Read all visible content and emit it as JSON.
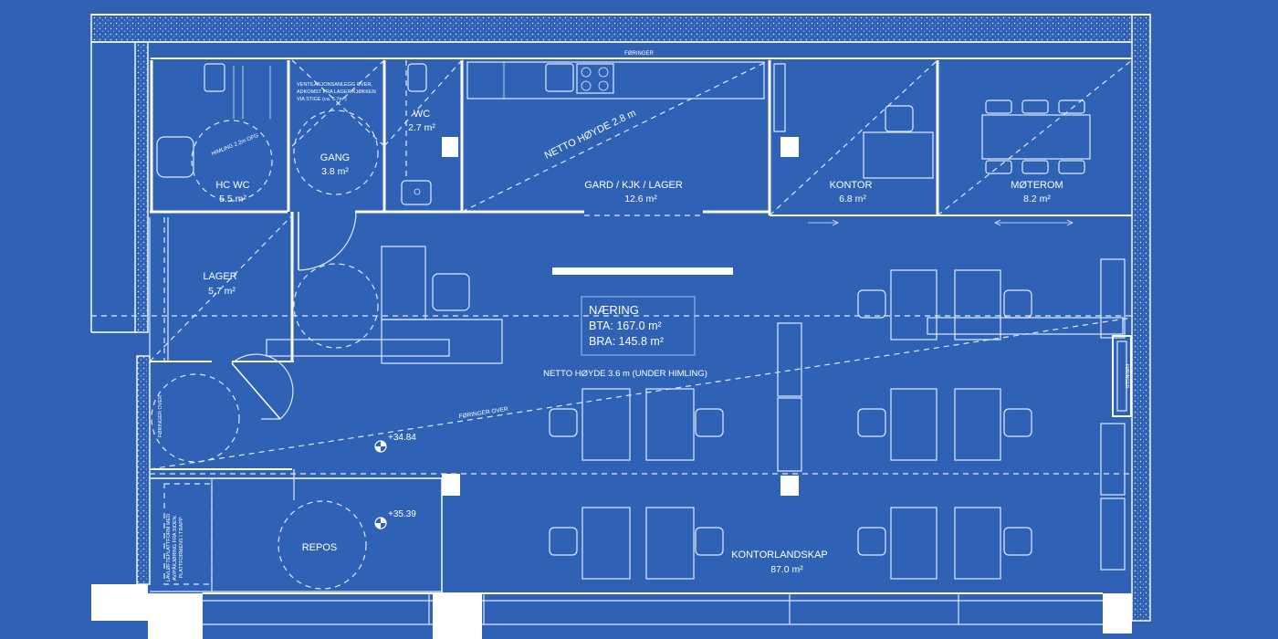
{
  "colors": {
    "background": "#2f62b4",
    "lines": "#ffffff"
  },
  "rooms": {
    "hc_wc": {
      "name": "HC WC",
      "area": "5.5 m²"
    },
    "gang": {
      "name": "GANG",
      "area": "3.8 m²"
    },
    "wc": {
      "name": "WC",
      "area": "2.7 m²"
    },
    "gard": {
      "name": "GARD / KJK / LAGER",
      "area": "12.6 m²"
    },
    "kontor": {
      "name": "KONTOR",
      "area": "6.8 m²"
    },
    "moterom": {
      "name": "MØTEROM",
      "area": "8.2 m²"
    },
    "lager": {
      "name": "LAGER",
      "area": "5.7 m²"
    },
    "repos": {
      "name": "REPOS"
    },
    "kontorlandskap": {
      "name": "KONTORLANDSKAP",
      "area": "87.0 m²"
    }
  },
  "info_box": {
    "title": "NÆRING",
    "bta": "BTA: 167.0 m²",
    "bra": "BRA: 145.8 m²"
  },
  "annotations": {
    "netto_hoyde_kitchen": "NETTO HØYDE 2.8 m",
    "netto_hoyde_main": "NETTO HØYDE 3.6 m (UNDER HIMLING)",
    "himling": "HIMLING 2.2m OFG",
    "foringer_top": "FØRINGER",
    "foringer_over": "FØRINGER OVER",
    "foringer_vertical": "FØRINGER OVER",
    "ventilation": [
      "VENTILASJONSANLEGG OVER,",
      "ADKOMST FRA LAGER/KJØKKEN",
      "VIA STIGE (ca. 5.7m²)"
    ],
    "lift": [
      "LAVLØFTEPLATTFORM MED",
      "AV/PÅKJØRING FRA SIDEN.",
      "PLATTFORMENS I TRAPP"
    ],
    "right_small": "FØRINGER"
  },
  "levels": {
    "upper": "+34.84",
    "lower": "+35.39"
  }
}
